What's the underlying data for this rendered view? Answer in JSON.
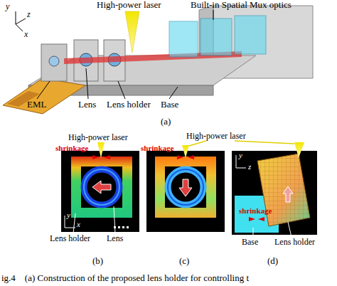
{
  "diagram": {
    "caption": "ig.4    (a) Construction of the proposed lens holder for controlling t",
    "labels": [
      "y",
      "z",
      "x",
      "High-power laser",
      "Built-in Spatial Mux optics",
      "EML",
      "Lens",
      "Lens holder",
      "Base",
      "(a)",
      "High-power laser",
      "shrinkage",
      "y",
      "x",
      "Lens holder",
      "Lens",
      "(b)",
      "High-power laser",
      "shrinkage",
      "(c)",
      "y",
      "z",
      "shrinkage",
      "Base",
      "Lens holder",
      "(d)"
    ]
  }
}
